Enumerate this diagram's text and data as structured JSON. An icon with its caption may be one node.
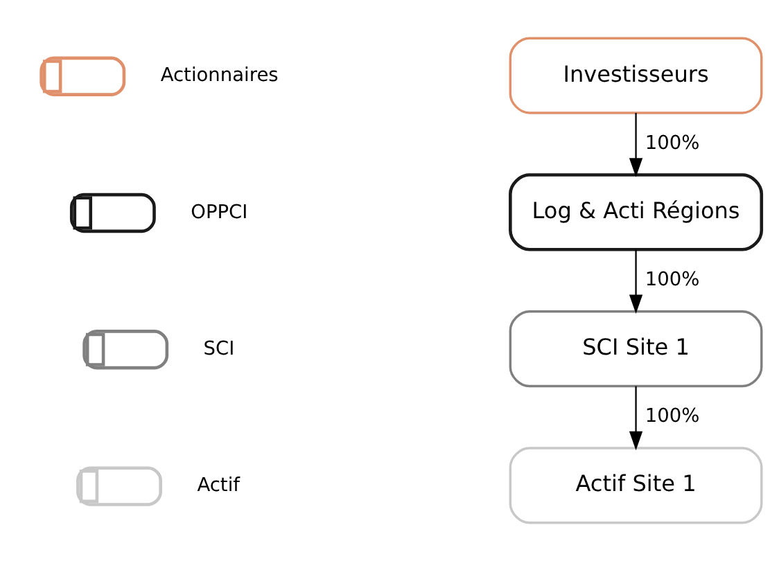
{
  "diagram": {
    "nodes": [
      {
        "text": [
          "Investisseurs"
        ]
      },
      {
        "text": [
          "Log & Acti Régions"
        ]
      },
      {
        "text": [
          "SCI Site 1"
        ]
      },
      {
        "text": [
          "Actif Site 1"
        ]
      }
    ],
    "edges": [
      {
        "from": 0,
        "to": 1,
        "arrow": "to",
        "label": "100%"
      },
      {
        "from": 1,
        "to": 2,
        "arrow": "to",
        "label": "100%"
      },
      {
        "from": 2,
        "to": 3,
        "arrow": "to",
        "label": "100%"
      }
    ],
    "legend": [
      {
        "text": "Actionnaires",
        "color": "#e0916b"
      },
      {
        "text": "OPPCI",
        "color": "#1a1a1a"
      },
      {
        "text": "SCI",
        "color": "#808080"
      },
      {
        "text": "Actif",
        "color": "#c8c8c8"
      }
    ]
  }
}
